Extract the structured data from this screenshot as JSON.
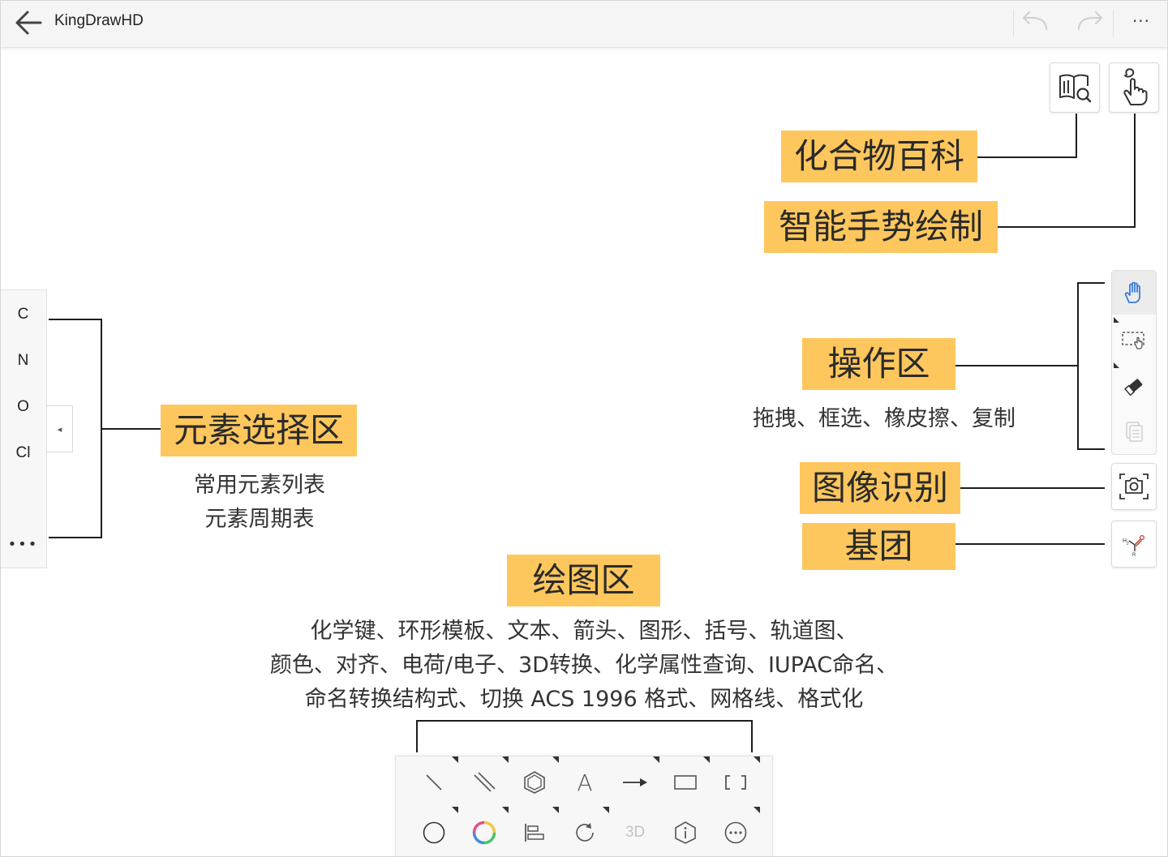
{
  "app": {
    "title": "KingDrawHD"
  },
  "topbar": {
    "more_label": "···"
  },
  "elements": [
    "C",
    "N",
    "O",
    "Cl"
  ],
  "element_more_label": "•••",
  "collapse_arrow": "◂",
  "callouts": {
    "encyclopedia": "化合物百科",
    "gesture": "智能手势绘制",
    "operation": "操作区",
    "operation_desc": "拖拽、框选、橡皮擦、复制",
    "image_recognition": "图像识别",
    "groups": "基团",
    "element_select": "元素选择区",
    "element_desc_1": "常用元素列表",
    "element_desc_2": "元素周期表",
    "drawing": "绘图区",
    "drawing_desc_1": "化学键、环形模板、文本、箭头、图形、括号、轨道图、",
    "drawing_desc_2": "颜色、对齐、电荷/电子、3D转换、化学属性查询、IUPAC命名、",
    "drawing_desc_3": "命名转换结构式、切换 ACS 1996 格式、网格线、格式化"
  },
  "bottom_toolbar": {
    "text_tool": "A",
    "tool_3d": "3D"
  },
  "colors": {
    "accent": "#fec75d",
    "active_tool": "#3b7bd8"
  },
  "icons": [
    "back-arrow-icon",
    "undo-icon",
    "redo-icon",
    "more-icon",
    "encyclopedia-book-icon",
    "gesture-hand-icon",
    "pan-hand-icon",
    "box-select-icon",
    "eraser-icon",
    "copy-icon",
    "camera-scan-icon",
    "functional-group-icon",
    "single-bond-icon",
    "double-bond-icon",
    "ring-template-icon",
    "arrow-icon",
    "rectangle-icon",
    "bracket-icon",
    "circle-icon",
    "color-wheel-icon",
    "align-icon",
    "rotate-icon",
    "info-hexagon-icon",
    "ellipsis-circle-icon"
  ]
}
